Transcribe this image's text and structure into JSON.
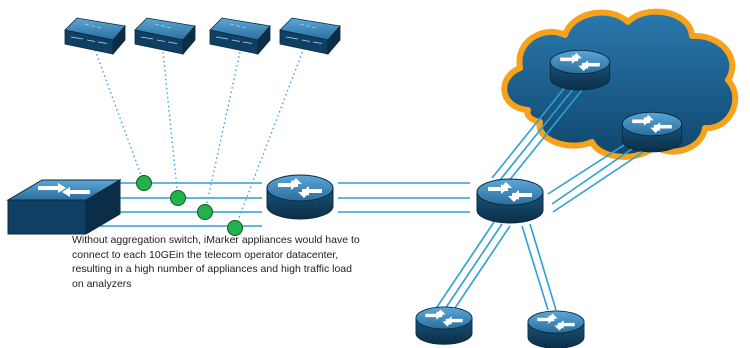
{
  "caption": {
    "line1": "Without aggregation switch, iMarker appliances would have to",
    "line2": "connect to each 10GEin the telecom operator datacenter,",
    "line3": "resulting in a high number of appliances and high traffic load",
    "line4": "on analyzers"
  },
  "nodes": {
    "appliances": [
      "iMarker appliance",
      "iMarker appliance",
      "iMarker appliance",
      "iMarker appliance"
    ],
    "switch": "switch",
    "routers": [
      "router",
      "core router",
      "cloud router",
      "cloud router",
      "edge router",
      "edge router"
    ],
    "cloud": "telecom operator cloud",
    "tap_points": 4
  },
  "colors": {
    "device_dark": "#0d3a5c",
    "device_mid": "#1f5f8b",
    "device_light": "#4b93c4",
    "cloud_fill": "#1c5d8a",
    "cloud_edge": "#f7a21b",
    "link": "#2e9fd8",
    "tap_line": "#2e9fd8",
    "tap_point": "#22b14c"
  }
}
